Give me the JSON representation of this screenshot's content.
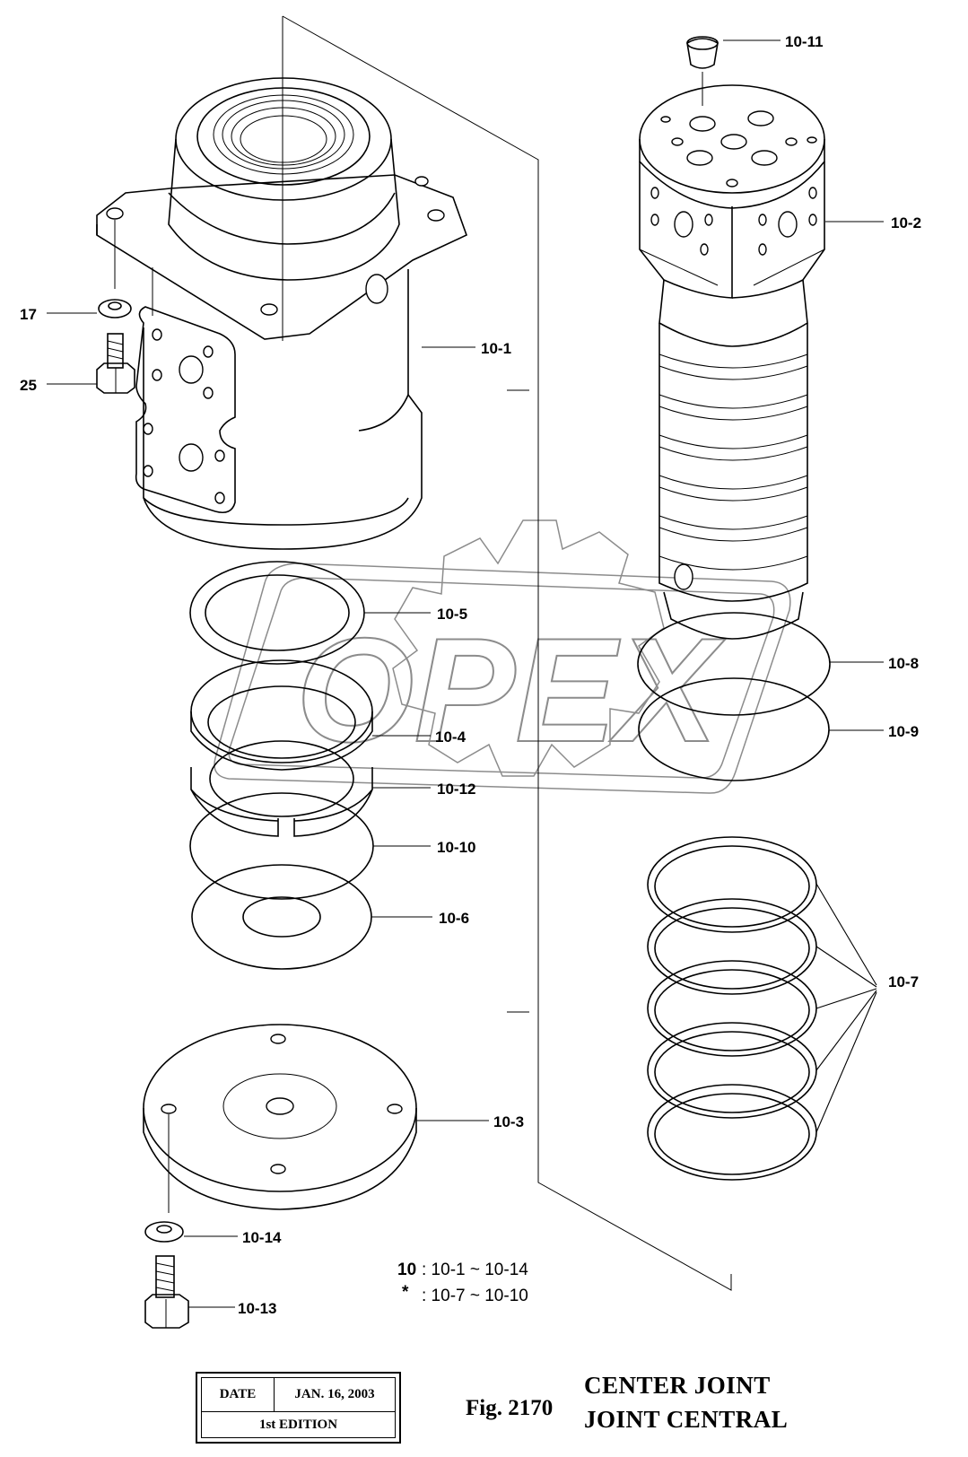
{
  "parts": [
    {
      "id": "10-11",
      "label": "10-11"
    },
    {
      "id": "10-2",
      "label": "10-2"
    },
    {
      "id": "17",
      "label": "17"
    },
    {
      "id": "25",
      "label": "25"
    },
    {
      "id": "10-1",
      "label": "10-1"
    },
    {
      "id": "10-5",
      "label": "10-5"
    },
    {
      "id": "10-8",
      "label": "10-8"
    },
    {
      "id": "10-4",
      "label": "10-4"
    },
    {
      "id": "10-9",
      "label": "10-9"
    },
    {
      "id": "10-12",
      "label": "10-12"
    },
    {
      "id": "10-10",
      "label": "10-10"
    },
    {
      "id": "10-6",
      "label": "10-6"
    },
    {
      "id": "10-7",
      "label": "10-7"
    },
    {
      "id": "10-3",
      "label": "10-3"
    },
    {
      "id": "10-14",
      "label": "10-14"
    },
    {
      "id": "10-13",
      "label": "10-13"
    }
  ],
  "notes": {
    "line1_key": "10",
    "line1_value": ": 10-1 ~ 10-14",
    "line2_key": "*",
    "line2_value": ": 10-7 ~ 10-10"
  },
  "title_block": {
    "date_label": "DATE",
    "date_value": "JAN. 16, 2003",
    "edition": "1st EDITION"
  },
  "figure": {
    "number": "Fig. 2170",
    "title_en": "CENTER JOINT",
    "title_fr": "JOINT CENTRAL"
  },
  "watermark": {
    "text": "OPEX",
    "color": "#8c8c8c"
  }
}
